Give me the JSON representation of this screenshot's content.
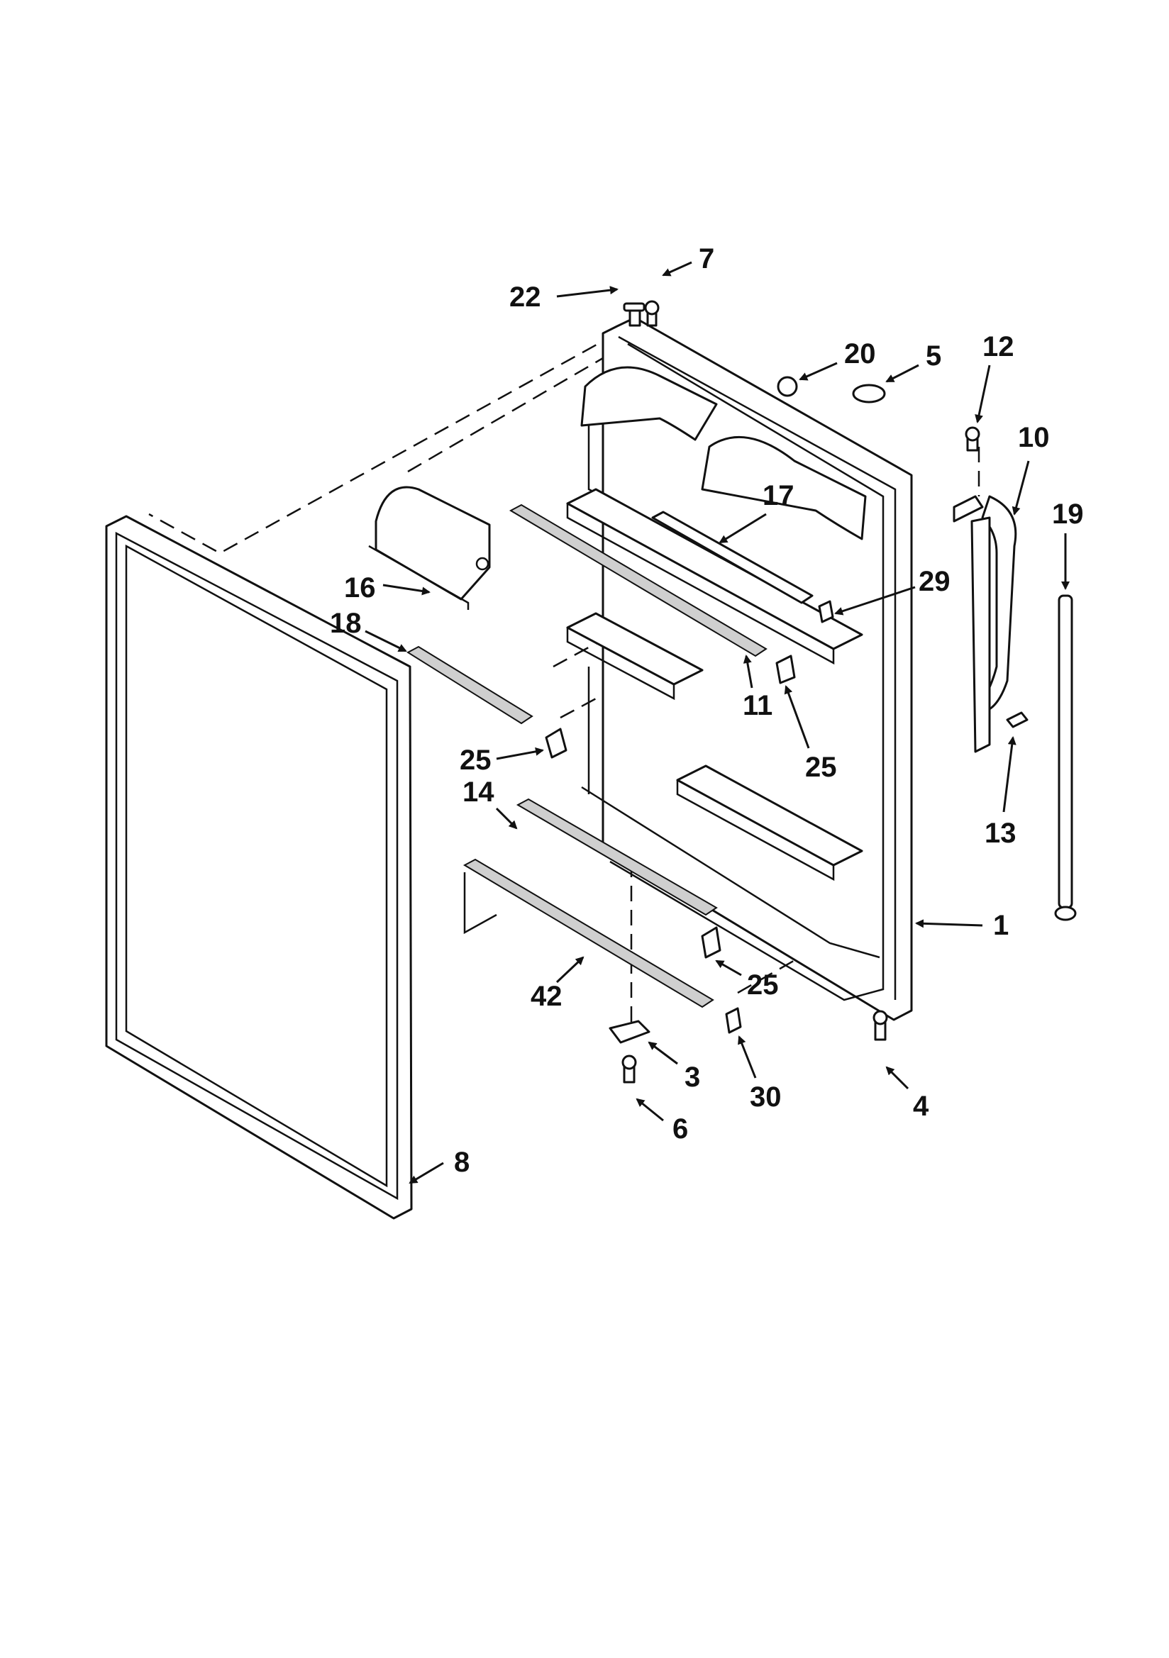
{
  "callouts": {
    "c1": "1",
    "c3": "3",
    "c4": "4",
    "c5": "5",
    "c6": "6",
    "c7": "7",
    "c8": "8",
    "c10": "10",
    "c11": "11",
    "c12": "12",
    "c13": "13",
    "c14": "14",
    "c16": "16",
    "c17": "17",
    "c18": "18",
    "c19": "19",
    "c20": "20",
    "c22": "22",
    "c25a": "25",
    "c25b": "25",
    "c25c": "25",
    "c29": "29",
    "c30": "30",
    "c42": "42"
  }
}
